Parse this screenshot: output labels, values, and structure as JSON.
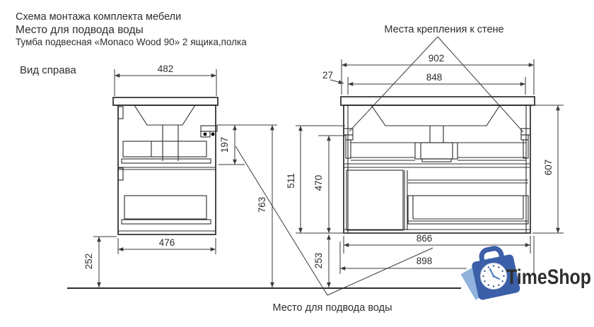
{
  "title_block": {
    "line1": "Схема монтажа комплекта мебели",
    "line2": "Место для подвода воды",
    "line3": "Тумба подвесная «Monaco Wood 90» 2 ящика,полка"
  },
  "side_view": {
    "label": "Вид справа",
    "dims": {
      "top_width": "482",
      "siphon_height": "197",
      "overall_height": "763",
      "bottom_width": "476",
      "floor_gap": "252"
    }
  },
  "front_view": {
    "callout_wall_mount": "Места крепления к стене",
    "dims": {
      "overall_width": "902",
      "mount_span": "848",
      "mount_inset": "27",
      "hang_height": "511",
      "inner_height": "470",
      "body_height": "607",
      "bottom_width": "866",
      "overall_bottom": "898",
      "floor_gap": "253"
    }
  },
  "callouts": {
    "water_supply": "Место для подвода воды"
  },
  "logo": {
    "text": "TimeShop",
    "color_text": "#4a82c3",
    "color_bag": "#3b5fa8",
    "color_backplate": "#8fb3dd"
  },
  "colors": {
    "drawing_line": "#2b2b2b",
    "dimension_line": "#3a3a3a",
    "background": "#ffffff"
  }
}
